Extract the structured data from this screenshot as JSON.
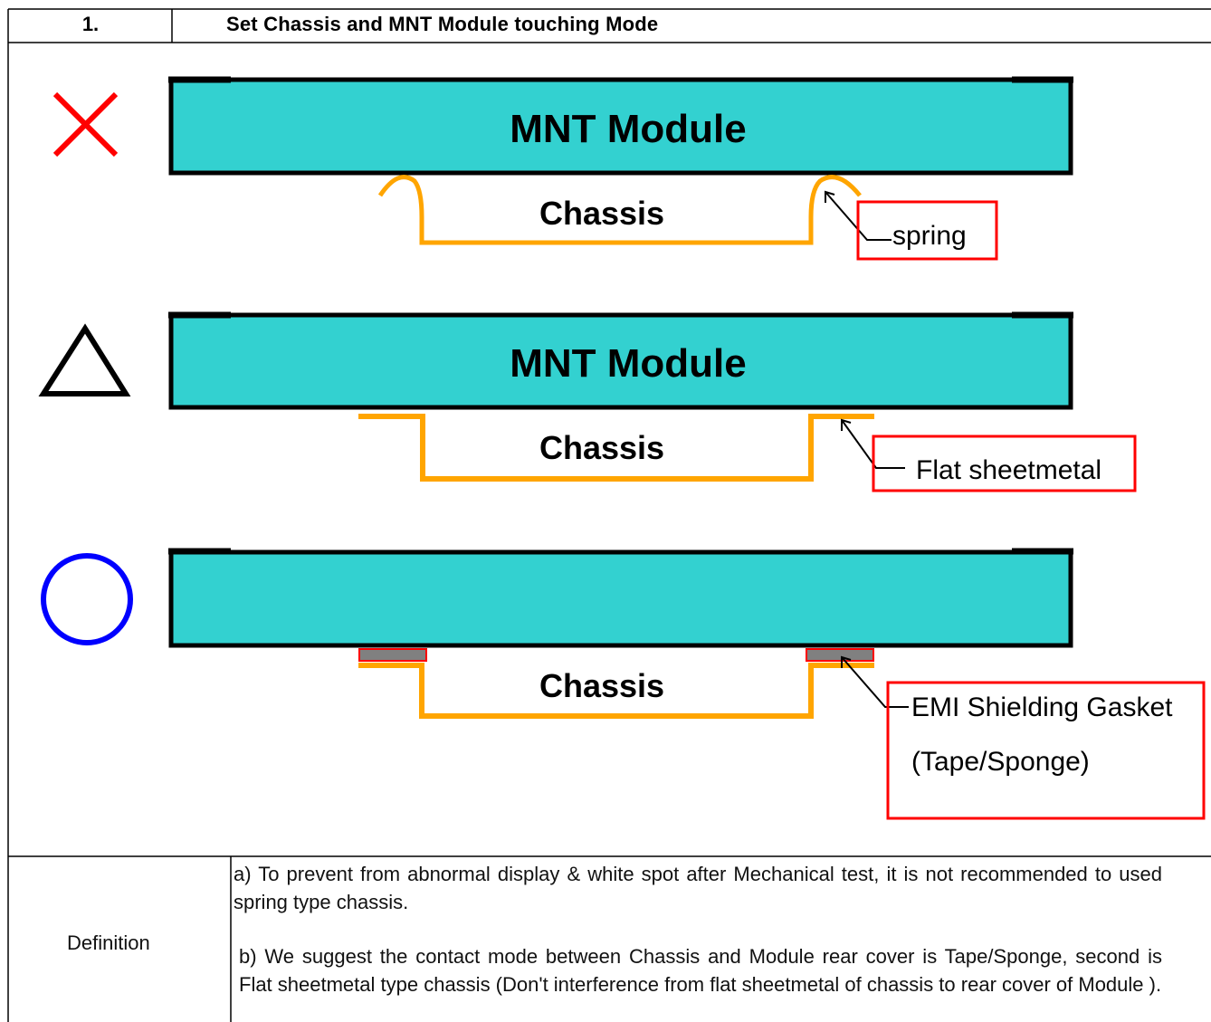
{
  "header": {
    "number": "1.",
    "title": "Set Chassis and MNT Module touching Mode"
  },
  "diagrams": [
    {
      "rating_icon": "x-mark-icon",
      "rating_color": "#ff0000",
      "module_label": "MNT Module",
      "chassis_label": "Chassis",
      "callout": [
        "spring"
      ]
    },
    {
      "rating_icon": "triangle-icon",
      "rating_color": "#000000",
      "module_label": "MNT Module",
      "chassis_label": "Chassis",
      "callout": [
        "Flat sheetmetal"
      ]
    },
    {
      "rating_icon": "circle-icon",
      "rating_color": "#0000ff",
      "module_label": "",
      "chassis_label": "Chassis",
      "callout": [
        "EMI Shielding Gasket",
        "(Tape/Sponge)"
      ]
    }
  ],
  "colors": {
    "module_fill": "#33d1d0",
    "chassis_stroke": "#ffa500",
    "callout_border": "#ff0000",
    "gasket_fill": "#808080"
  },
  "definition": {
    "label": "Definition",
    "a": "a) To prevent from abnormal display & white spot after Mechanical test, it is not recommended to used spring type chassis.",
    "b": "b) We suggest the contact mode between Chassis and Module rear cover is Tape/Sponge, second is Flat sheetmetal type chassis (Don't interference from flat sheetmetal of chassis to rear cover of Module )."
  }
}
